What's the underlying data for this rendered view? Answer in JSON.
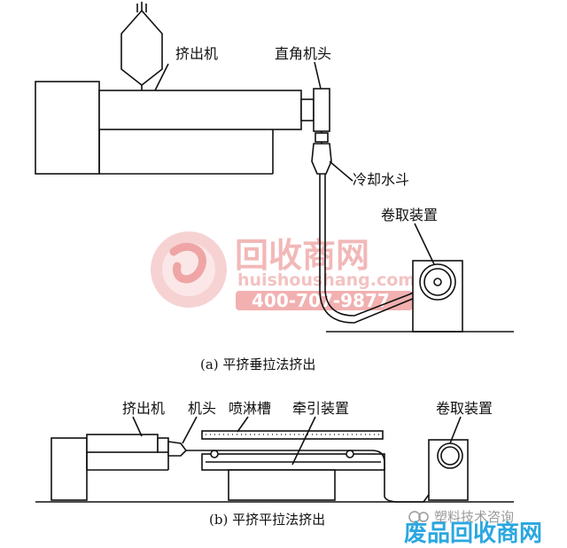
{
  "diagram_a": {
    "label_extruder": "挤出机",
    "label_right_angle_head": "直角机头",
    "label_cooling_funnel": "冷却水斗",
    "label_winding_device": "卷取装置",
    "caption": "(a) 平挤垂拉法挤出"
  },
  "diagram_b": {
    "label_extruder": "挤出机",
    "label_die_head": "机头",
    "label_spray_tank": "喷淋槽",
    "label_haul_off": "牵引装置",
    "label_winding_device": "卷取装置",
    "caption": "(b) 平挤平拉法挤出"
  },
  "watermark": {
    "name": "回收商网",
    "url": "huishoushang.com",
    "phone": "400-707-9877",
    "color": "#e88c8c"
  },
  "brand_tag": "塑料技术咨询",
  "corner_mark": "废品回收商网"
}
